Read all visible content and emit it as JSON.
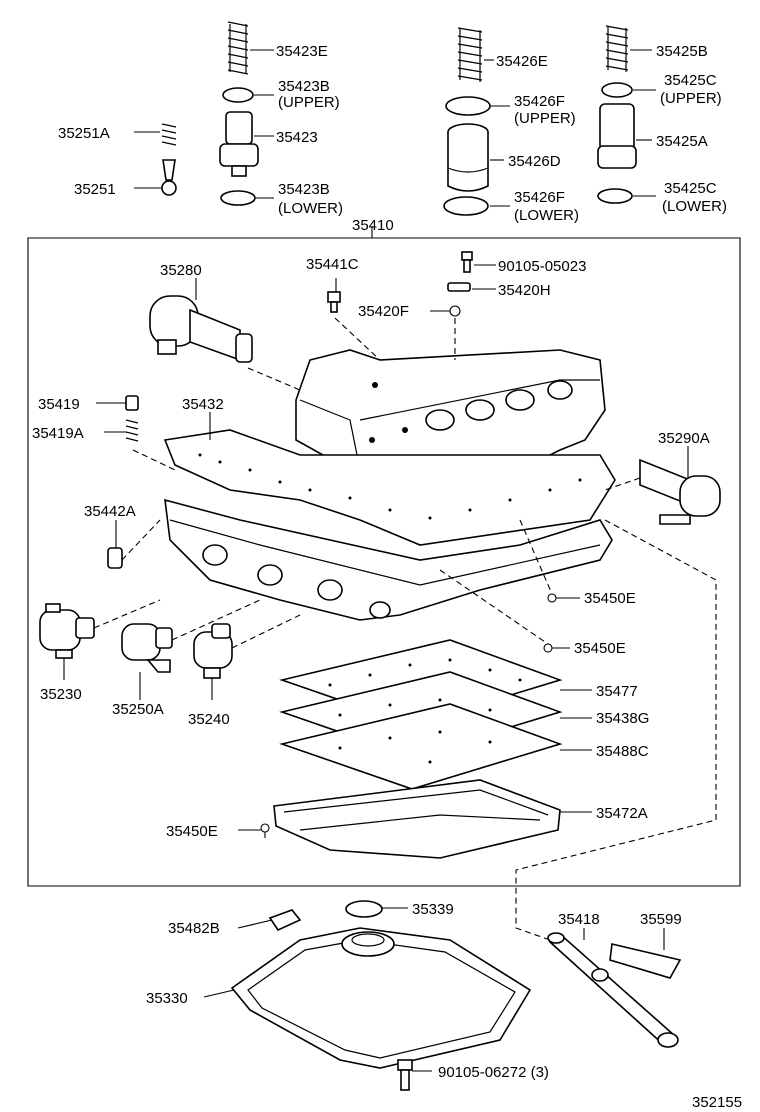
{
  "parts": {
    "p35423E": "35423E",
    "p35423B_upper": "35423B",
    "p35423B_upper_note": "(UPPER)",
    "p35423": "35423",
    "p35423B_lower": "35423B",
    "p35423B_lower_note": "(LOWER)",
    "p35251A": "35251A",
    "p35251": "35251",
    "p35426E": "35426E",
    "p35426F_upper": "35426F",
    "p35426F_upper_note": "(UPPER)",
    "p35426D": "35426D",
    "p35426F_lower": "35426F",
    "p35426F_lower_note": "(LOWER)",
    "p35425B": "35425B",
    "p35425C_upper": "35425C",
    "p35425C_upper_note": "(UPPER)",
    "p35425A": "35425A",
    "p35425C_lower": "35425C",
    "p35425C_lower_note": "(LOWER)",
    "p35410": "35410",
    "p35280": "35280",
    "p35441C": "35441C",
    "p90105_05023": "90105-05023",
    "p35420H": "35420H",
    "p35420F": "35420F",
    "p35419": "35419",
    "p35419A": "35419A",
    "p35432": "35432",
    "p35290A": "35290A",
    "p35442A": "35442A",
    "p35450E_a": "35450E",
    "p35450E_b": "35450E",
    "p35230": "35230",
    "p35250A": "35250A",
    "p35240": "35240",
    "p35477": "35477",
    "p35438G": "35438G",
    "p35488C": "35488C",
    "p35472A": "35472A",
    "p35450E_c": "35450E",
    "p35482B": "35482B",
    "p35339": "35339",
    "p35418": "35418",
    "p35599": "35599",
    "p35330": "35330",
    "p90105_06272": "90105-06272 (3)"
  },
  "figure_id": "352155"
}
